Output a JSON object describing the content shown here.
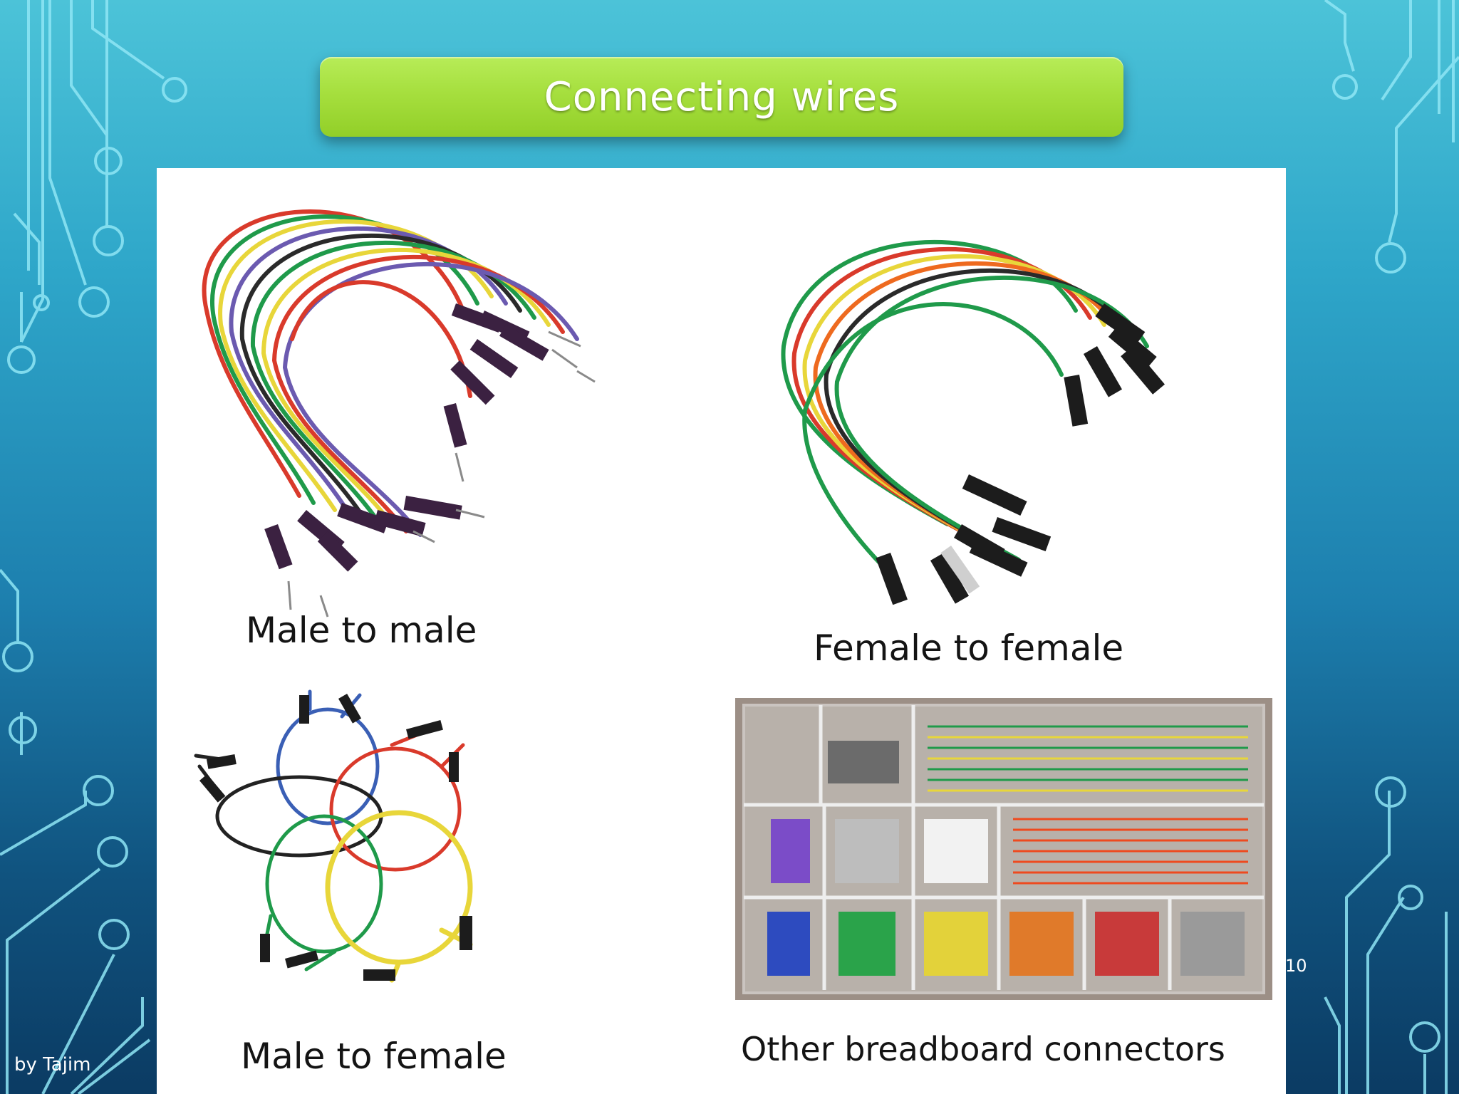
{
  "slide": {
    "title": "Connecting wires",
    "page_number": "10",
    "footer_author": "by Tajim"
  },
  "panels": [
    {
      "caption": "Male to male",
      "image": "male-to-male-jumper-wires-photo"
    },
    {
      "caption": "Female to female",
      "image": "female-to-female-jumper-wires-photo"
    },
    {
      "caption": "Male to female",
      "image": "male-to-female-jumper-wires-photo"
    },
    {
      "caption": "Other breadboard connectors",
      "image": "breadboard-jumper-kit-box-photo"
    }
  ],
  "colors": {
    "background_top": "#4cc3d8",
    "background_bottom": "#0b3b63",
    "title_bar": "#a6df3e",
    "circuit_lines": "#8fe6f5",
    "wire_red": "#d93a2b",
    "wire_green": "#1f9a4a",
    "wire_yellow": "#e8d63a",
    "wire_blue": "#3a5fb5",
    "wire_orange": "#ee6a1f",
    "wire_purple": "#6b5ab0",
    "wire_black": "#222222"
  }
}
